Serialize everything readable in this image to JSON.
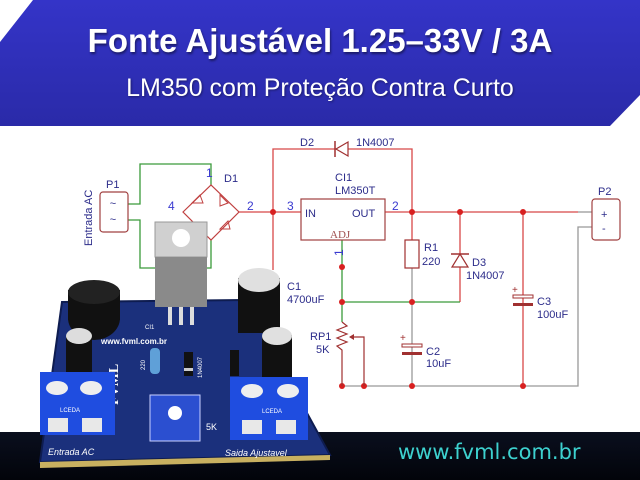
{
  "header": {
    "title": "Fonte Ajustável 1.25–33V / 3A",
    "subtitle": "LM350 com Proteção Contra Curto"
  },
  "schematic": {
    "p1": {
      "ref": "P1",
      "label": "Entrada AC",
      "pins": [
        "~",
        "~"
      ]
    },
    "d1": {
      "ref": "D1",
      "pins": [
        "1",
        "4",
        "2"
      ]
    },
    "d2": {
      "ref": "D2",
      "value": "1N4007"
    },
    "ci1": {
      "ref": "CI1",
      "value": "LM350T",
      "pin_in": "IN",
      "pin_out": "OUT",
      "pin_adj": "ADJ",
      "pin_in_num": "3",
      "pin_out_num": "2",
      "pin_adj_num": "1"
    },
    "c1": {
      "ref": "C1",
      "value": "4700uF"
    },
    "r1": {
      "ref": "R1",
      "value": "220"
    },
    "d3": {
      "ref": "D3",
      "value": "1N4007"
    },
    "rp1": {
      "ref": "RP1",
      "value": "5K"
    },
    "c2": {
      "ref": "C2",
      "value": "10uF"
    },
    "c3": {
      "ref": "C3",
      "value": "100uF"
    },
    "p2": {
      "ref": "P2",
      "plus": "+",
      "minus": "-"
    }
  },
  "pcb": {
    "url": "www.fvml.com.br",
    "logo": "FVML",
    "terminal_brand": "LCEDA",
    "input_label": "Entrada AC",
    "output_label": "Saida Ajustavel",
    "pot_label": "5K",
    "resistor_label": "220",
    "diode_label": "1N4007",
    "ic_label": "CI1"
  },
  "footer": {
    "url": "www.fvml.com.br"
  },
  "colors": {
    "banner": "#3030c0",
    "wire_red": "#d84040",
    "wire_green": "#3a9a3a",
    "pcb": "#1a2f7a",
    "footer_text": "#3dd1cf"
  }
}
